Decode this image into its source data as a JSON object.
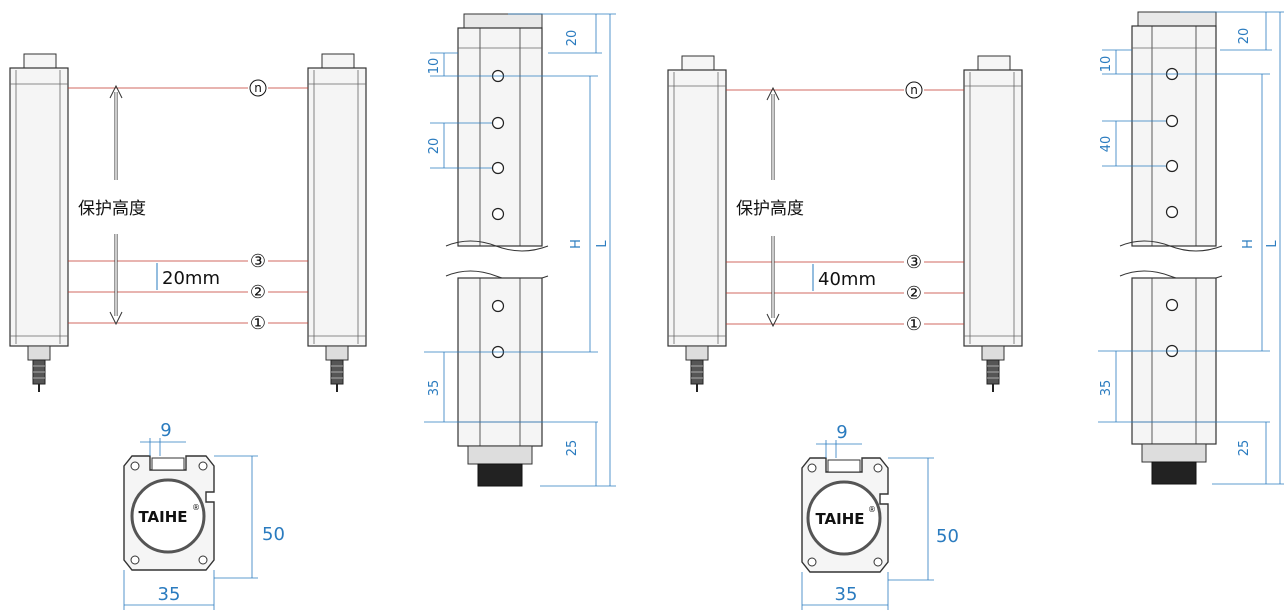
{
  "colors": {
    "dimension_line": "#2a7bbf",
    "beam_line": "#c0392b",
    "housing_outline": "#333333",
    "housing_fill": "#f5f5f5",
    "connector": "#222222"
  },
  "sets": [
    {
      "protect_label": "保护高度",
      "beam_spacing_label": "20mm",
      "beam_labels": [
        "n",
        "③",
        "②",
        "①"
      ],
      "side_dims": {
        "top_cap": "20",
        "first_offset": "10",
        "pitch": "20",
        "bottom_offset": "35",
        "bottom_cap": "25",
        "h": "H",
        "l": "L"
      },
      "section": {
        "brand": "TAIHE",
        "trademark": "®",
        "width": "35",
        "height": "50",
        "slot": "9"
      }
    },
    {
      "protect_label": "保护高度",
      "beam_spacing_label": "40mm",
      "beam_labels": [
        "n",
        "③",
        "②",
        "①"
      ],
      "side_dims": {
        "top_cap": "20",
        "first_offset": "10",
        "pitch": "40",
        "bottom_offset": "35",
        "bottom_cap": "25",
        "h": "H",
        "l": "L"
      },
      "section": {
        "brand": "TAIHE",
        "trademark": "®",
        "width": "35",
        "height": "50",
        "slot": "9"
      }
    }
  ]
}
